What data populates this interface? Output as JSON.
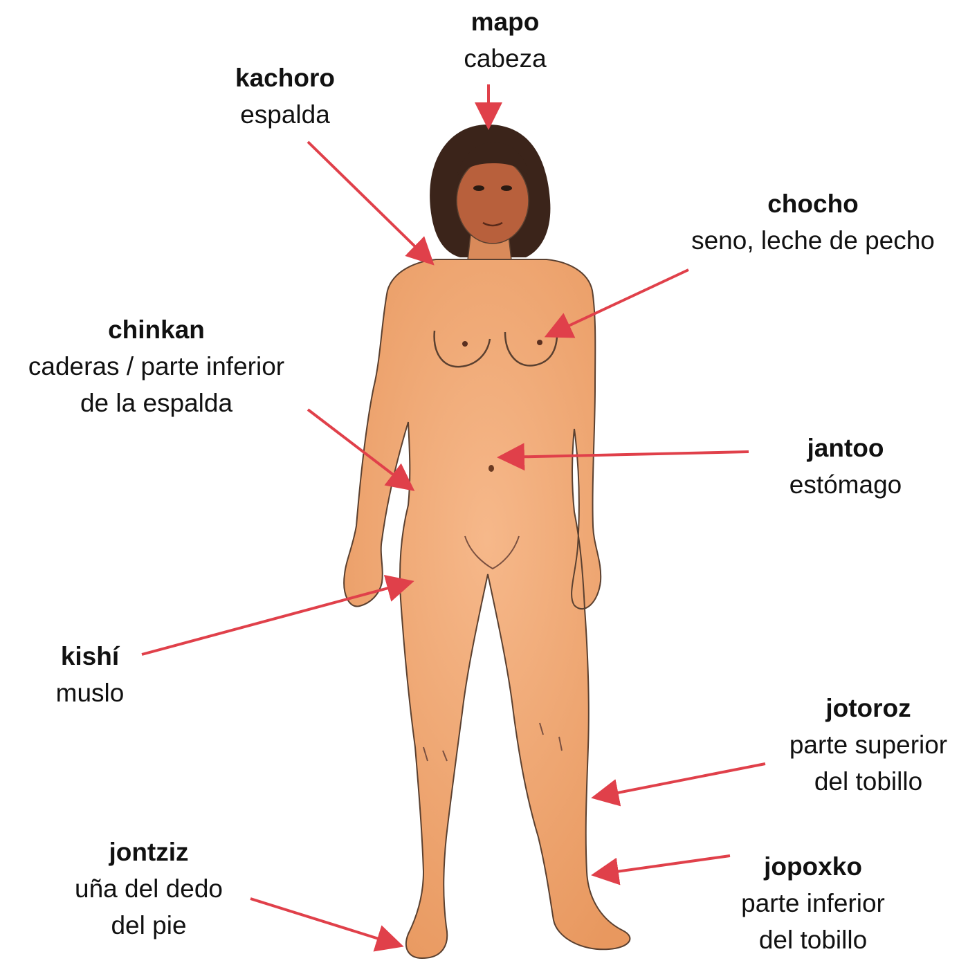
{
  "colors": {
    "arrow": "#e0404a",
    "skin": "#f1a878",
    "skin_shadow": "#d8875a",
    "face": "#b8603c",
    "hair": "#3b241a",
    "outline": "#5a4030",
    "text": "#111111"
  },
  "labels": [
    {
      "id": "mapo",
      "term": "mapo",
      "meaning_lines": [
        "cabeza"
      ]
    },
    {
      "id": "kachoro",
      "term": "kachoro",
      "meaning_lines": [
        "espalda"
      ]
    },
    {
      "id": "chocho",
      "term": "chocho",
      "meaning_lines": [
        "seno, leche de pecho"
      ]
    },
    {
      "id": "chinkan",
      "term": "chinkan",
      "meaning_lines": [
        "caderas / parte inferior",
        "de la espalda"
      ]
    },
    {
      "id": "jantoo",
      "term": "jantoo",
      "meaning_lines": [
        "estómago"
      ]
    },
    {
      "id": "kishi",
      "term": "kishí",
      "meaning_lines": [
        "muslo"
      ]
    },
    {
      "id": "jotoroz",
      "term": "jotoroz",
      "meaning_lines": [
        "parte superior",
        "del tobillo"
      ]
    },
    {
      "id": "jontziz",
      "term": "jontziz",
      "meaning_lines": [
        "uña del dedo",
        "del pie"
      ]
    },
    {
      "id": "jopoxko",
      "term": "jopoxko",
      "meaning_lines": [
        "parte inferior",
        "del tobillo"
      ]
    }
  ]
}
